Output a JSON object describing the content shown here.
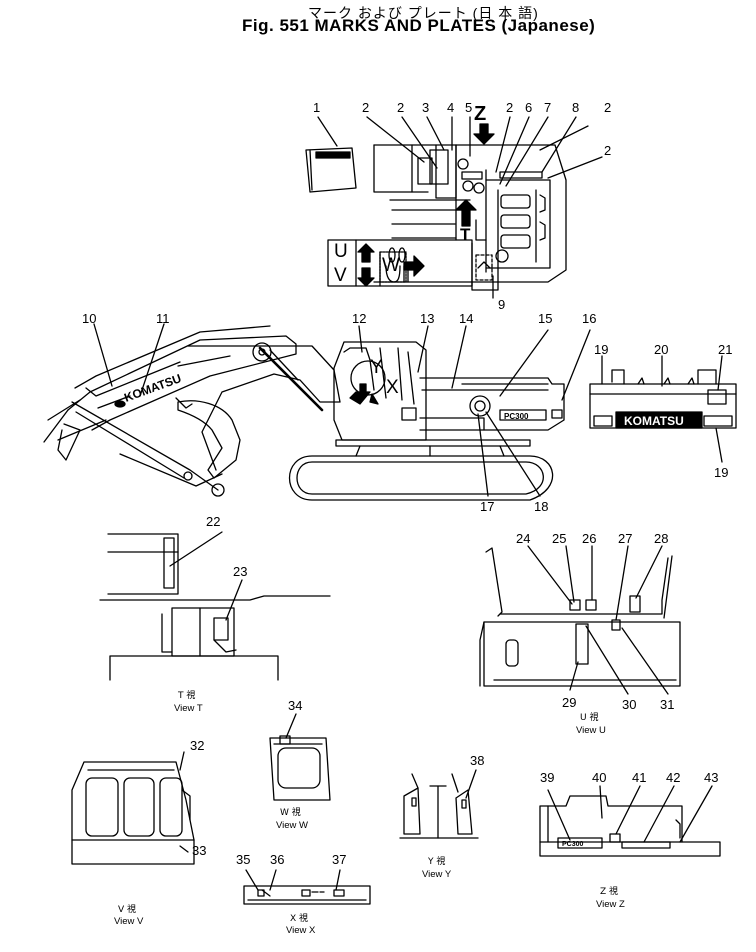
{
  "header": {
    "title_jp": "マーク および プレート (日 本 語)",
    "title_en": "Fig. 551 MARKS AND PLATES (Japanese)"
  },
  "callouts": [
    "1",
    "2",
    "3",
    "4",
    "5",
    "6",
    "7",
    "8",
    "9",
    "10",
    "11",
    "12",
    "13",
    "14",
    "15",
    "16",
    "17",
    "18",
    "19",
    "20",
    "21",
    "22",
    "23",
    "24",
    "25",
    "26",
    "27",
    "28",
    "29",
    "30",
    "31",
    "32",
    "33",
    "34",
    "35",
    "36",
    "37",
    "38",
    "39",
    "40",
    "41",
    "42",
    "43"
  ],
  "view_letters": [
    "Z",
    "T",
    "U",
    "V",
    "W",
    "X",
    "Y"
  ],
  "decal_text": {
    "brand": "KOMATSU",
    "model": "PC300"
  },
  "views": {
    "T": {
      "jp": "T 視",
      "en": "View T"
    },
    "U": {
      "jp": "U 視",
      "en": "View U"
    },
    "V": {
      "jp": "V 視",
      "en": "View V"
    },
    "W": {
      "jp": "W 視",
      "en": "View W"
    },
    "X": {
      "jp": "X 視",
      "en": "View X"
    },
    "Y": {
      "jp": "Y 視",
      "en": "View Y"
    },
    "Z": {
      "jp": "Z 視",
      "en": "View Z"
    }
  }
}
